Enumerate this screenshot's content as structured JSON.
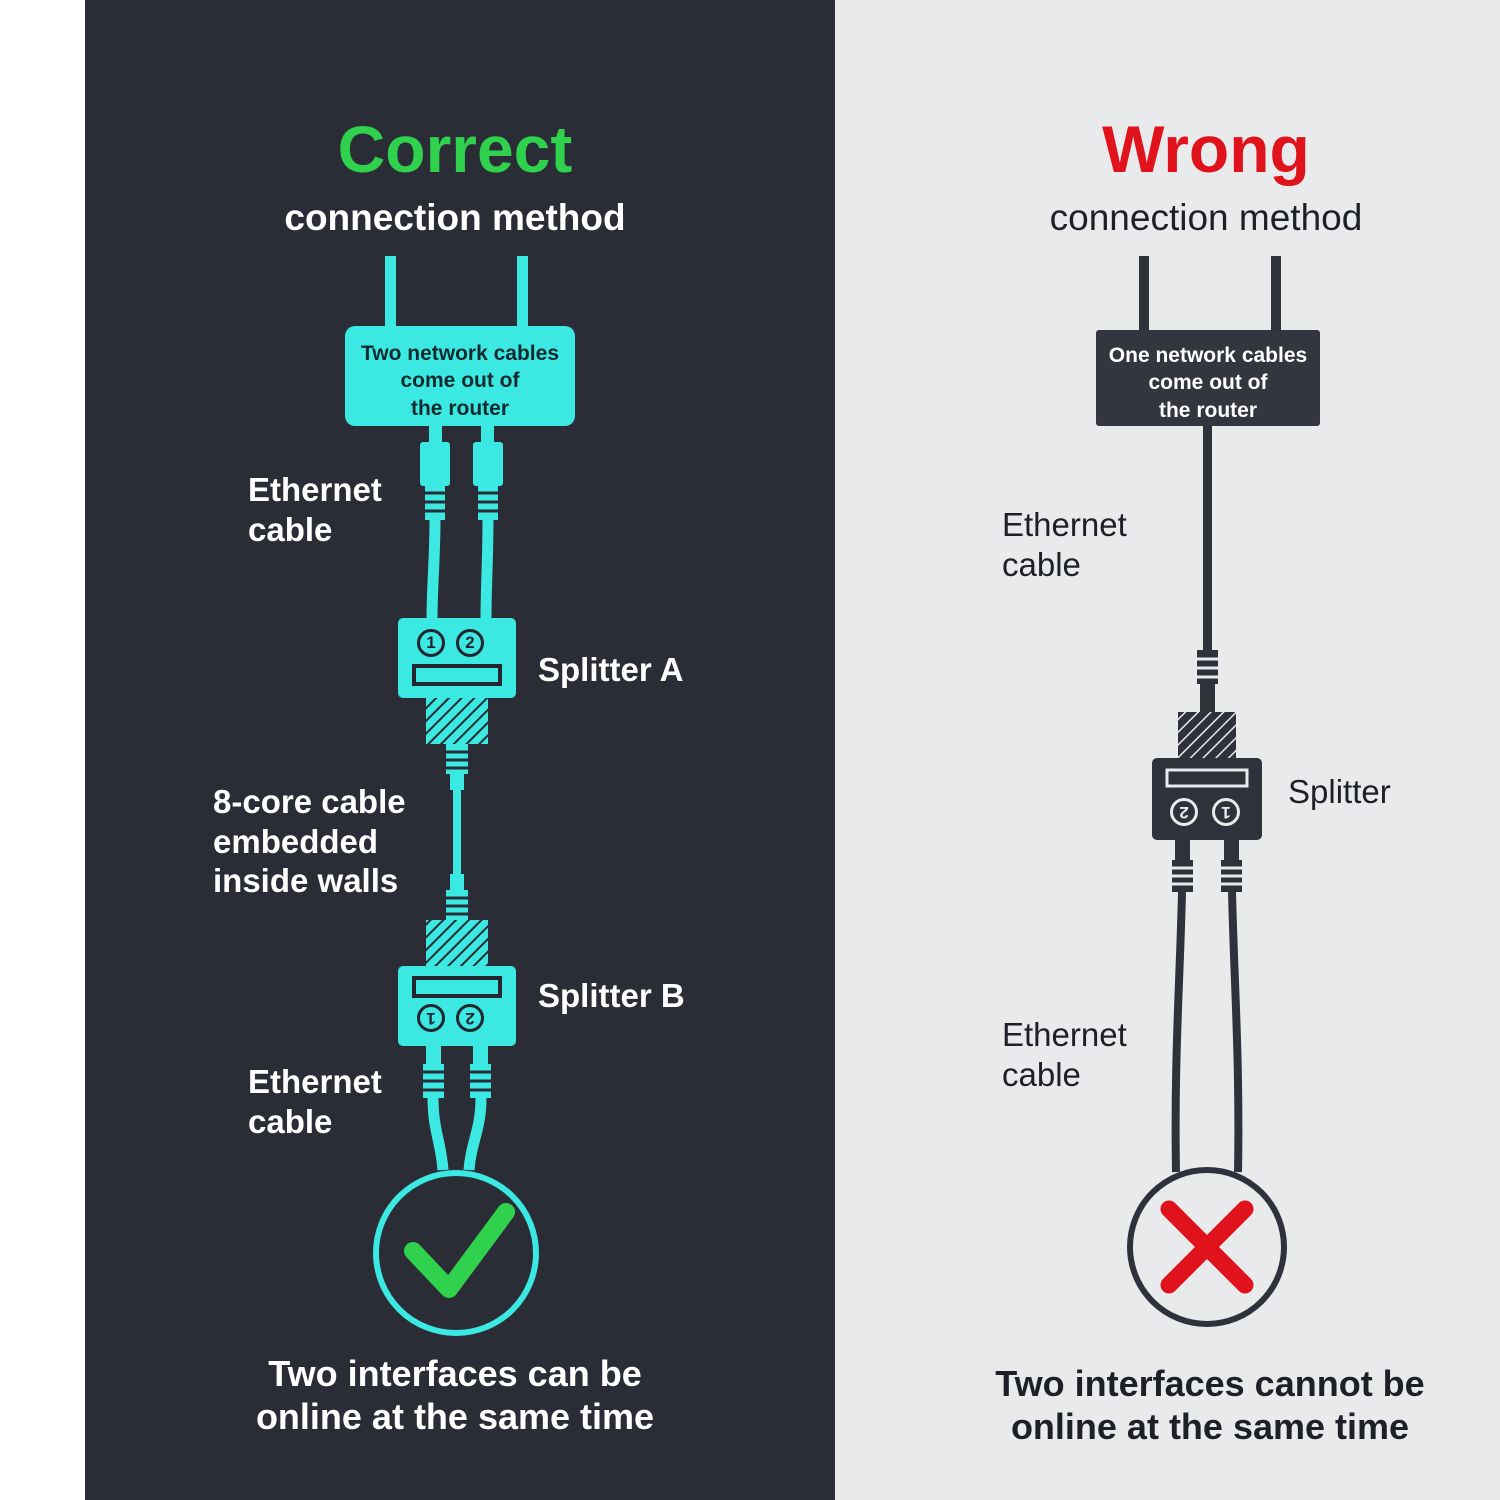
{
  "colors": {
    "panel-dark": "#2a2d36",
    "panel-light": "#e9eaec",
    "cyan": "#3ce8e2",
    "dark-detail": "#23262e",
    "dark-device": "#2f323a",
    "green": "#2fd14d",
    "red": "#e0121c",
    "text-dark": "#1d2026",
    "router-box-dark": "#33363e"
  },
  "correct": {
    "title": "Correct",
    "subtitle": "connection method",
    "router_label": "Two network cables\ncome out of\nthe router",
    "ethernet_cable_top": "Ethernet\ncable",
    "splitter_a_label": "Splitter A",
    "wall_cable_label": "8-core cable\nembedded\ninside walls",
    "splitter_b_label": "Splitter B",
    "ethernet_cable_bottom": "Ethernet\ncable",
    "result": "Two interfaces can be\nonline at the same time",
    "splitter_a_ports": [
      "1",
      "2"
    ],
    "splitter_b_ports": [
      "1",
      "2"
    ]
  },
  "wrong": {
    "title": "Wrong",
    "subtitle": "connection method",
    "router_label": "One network cables\ncome out of\nthe router",
    "ethernet_cable_top": "Ethernet\ncable",
    "splitter_label": "Splitter",
    "ethernet_cable_bottom": "Ethernet\ncable",
    "result": "Two interfaces cannot be\nonline at the same time",
    "splitter_ports": [
      "2",
      "1"
    ]
  }
}
